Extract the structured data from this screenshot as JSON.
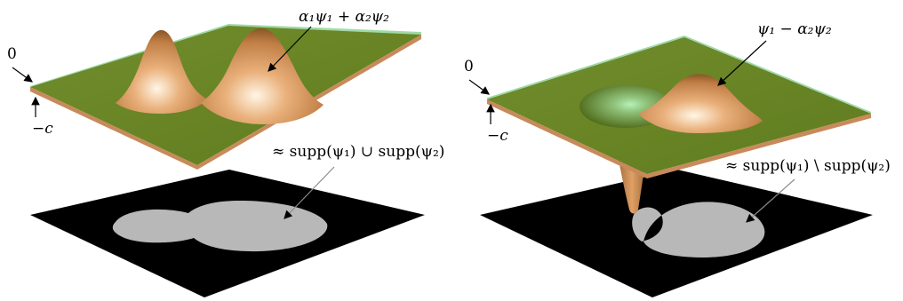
{
  "left_panel": {
    "surface_label": "α₁ψ₁ + α₂ψ₂",
    "support_label": "≈ supp(ψ₁) ∪ supp(ψ₂)",
    "zero_label": "0",
    "neg_c_label": "−c"
  },
  "right_panel": {
    "surface_label": "ψ₁ − α₂ψ₂",
    "support_label": "≈ supp(ψ₁) \\ supp(ψ₂)",
    "zero_label": "0",
    "neg_c_label": "−c"
  },
  "colors": {
    "plane_top": "#6e8a2a",
    "plane_edge_front": "#c88a5a",
    "plane_edge_back": "#9fd9a7",
    "bump": "#d9955a",
    "support": "#b8b8b8",
    "base": "#000000"
  }
}
